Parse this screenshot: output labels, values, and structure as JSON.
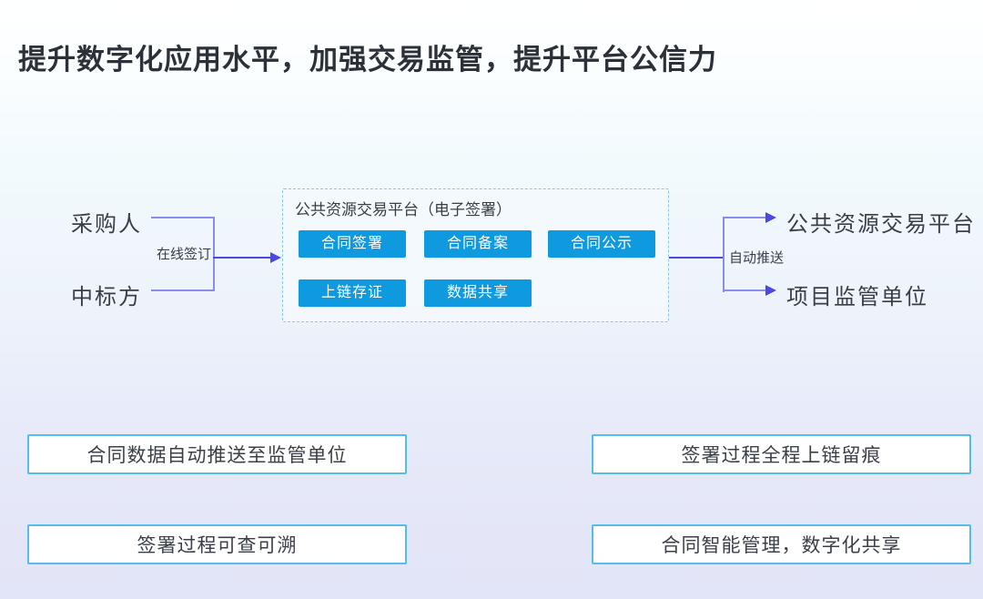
{
  "title": "提升数字化应用水平，加强交易监管，提升平台公信力",
  "flow": {
    "left_nodes": [
      {
        "label": "采购人"
      },
      {
        "label": "中标方"
      }
    ],
    "left_arrow_label": "在线签订",
    "platform": {
      "title": "公共资源交易平台（电子签署）",
      "buttons": [
        "合同签署",
        "合同备案",
        "合同公示",
        "上链存证",
        "数据共享"
      ]
    },
    "right_arrow_label": "自动推送",
    "right_nodes": [
      {
        "label": "公共资源交易平台"
      },
      {
        "label": "项目监管单位"
      }
    ]
  },
  "benefits": [
    "合同数据自动推送至监管单位",
    "签署过程全程上链留痕",
    "签署过程可查可溯",
    "合同智能管理，数字化共享"
  ],
  "colors": {
    "button_blue": "#0f9ae0",
    "box_border_blue": "#55bdeb",
    "dashed_border_blue": "#85c8ee",
    "connector_soft_purple": "#8b8ded",
    "connector_strong_purple": "#4b49df",
    "title_text": "#2c3038",
    "body_text": "#3a3f45"
  }
}
